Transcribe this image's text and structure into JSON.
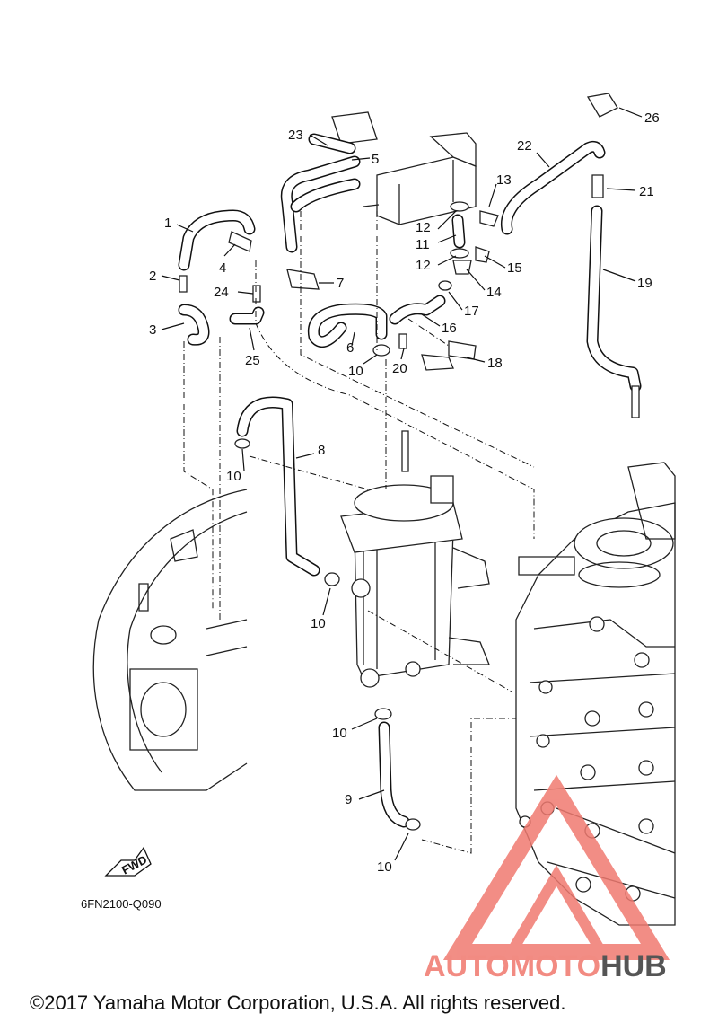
{
  "diagram": {
    "part_numbers": [
      {
        "id": "p1",
        "text": "1"
      },
      {
        "id": "p2",
        "text": "2"
      },
      {
        "id": "p3",
        "text": "3"
      },
      {
        "id": "p4",
        "text": "4"
      },
      {
        "id": "p5",
        "text": "5"
      },
      {
        "id": "p6",
        "text": "6"
      },
      {
        "id": "p7",
        "text": "7"
      },
      {
        "id": "p8",
        "text": "8"
      },
      {
        "id": "p9",
        "text": "9"
      },
      {
        "id": "p10a",
        "text": "10"
      },
      {
        "id": "p10b",
        "text": "10"
      },
      {
        "id": "p10c",
        "text": "10"
      },
      {
        "id": "p10d",
        "text": "10"
      },
      {
        "id": "p10e",
        "text": "10"
      },
      {
        "id": "p11",
        "text": "11"
      },
      {
        "id": "p12a",
        "text": "12"
      },
      {
        "id": "p12b",
        "text": "12"
      },
      {
        "id": "p13",
        "text": "13"
      },
      {
        "id": "p14",
        "text": "14"
      },
      {
        "id": "p15",
        "text": "15"
      },
      {
        "id": "p16",
        "text": "16"
      },
      {
        "id": "p17",
        "text": "17"
      },
      {
        "id": "p18",
        "text": "18"
      },
      {
        "id": "p19",
        "text": "19"
      },
      {
        "id": "p20",
        "text": "20"
      },
      {
        "id": "p21",
        "text": "21"
      },
      {
        "id": "p22",
        "text": "22"
      },
      {
        "id": "p23",
        "text": "23"
      },
      {
        "id": "p24",
        "text": "24"
      },
      {
        "id": "p25",
        "text": "25"
      },
      {
        "id": "p26",
        "text": "26"
      }
    ],
    "fwd_label": "FWD",
    "drawing_code": "6FN2100-Q090"
  },
  "watermark": {
    "part1": "AUTOMOTO",
    "part2": "HUB",
    "color_main": "#f28b82",
    "color_dark": "#555555",
    "color_tri": "#f07a70"
  },
  "footer": {
    "copyright": "©2017 Yamaha Motor Corporation, U.S.A. All rights reserved."
  }
}
